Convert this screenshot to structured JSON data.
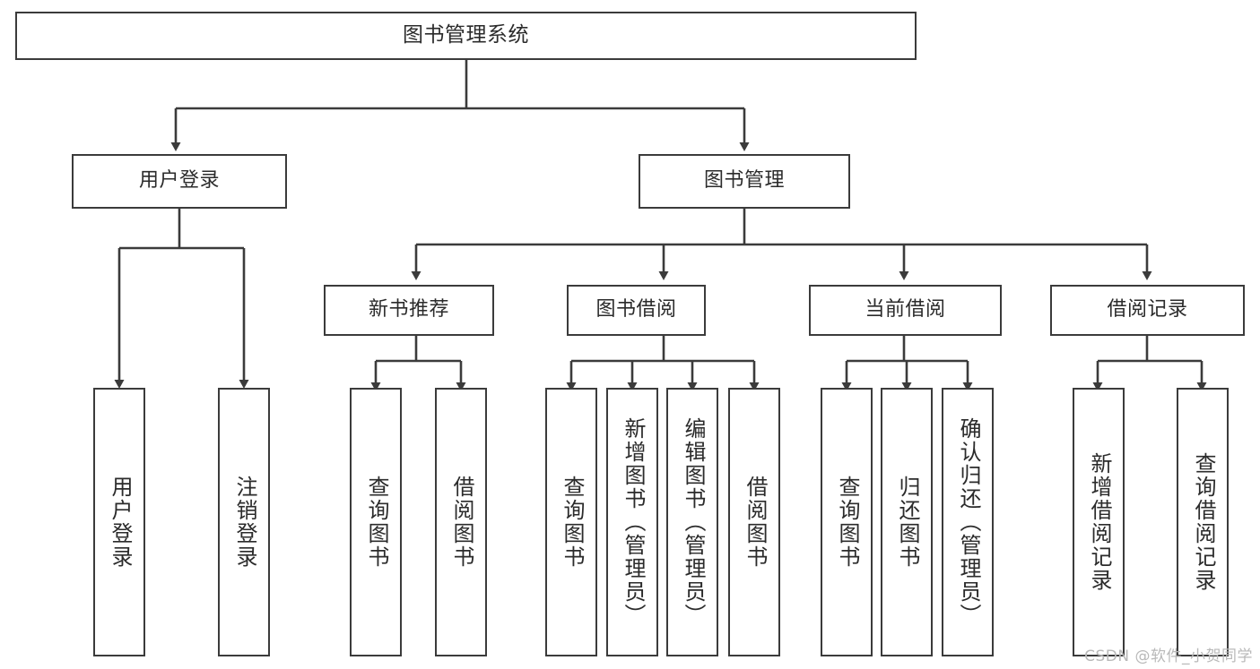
{
  "diagram": {
    "type": "tree",
    "title": "图书管理系统",
    "orientation": "top-down",
    "stroke_color": "#3b3b3b",
    "fill_color": "#ffffff",
    "text_color": "#2b2b2b"
  },
  "nodes": {
    "root": {
      "label": "图书管理系统"
    },
    "level1": [
      {
        "label": "用户登录"
      },
      {
        "label": "图书管理"
      }
    ],
    "level2": [
      {
        "label": "新书推荐"
      },
      {
        "label": "图书借阅"
      },
      {
        "label": "当前借阅"
      },
      {
        "label": "借阅记录"
      }
    ],
    "leaves": {
      "user_login": [
        {
          "label": "用户登录"
        },
        {
          "label": "注销登录"
        }
      ],
      "new_book": [
        {
          "label": "查询图书"
        },
        {
          "label": "借阅图书"
        }
      ],
      "borrow_book": [
        {
          "label": "查询图书"
        },
        {
          "label": "新增图书（管理员）"
        },
        {
          "label": "编辑图书（管理员）"
        },
        {
          "label": "借阅图书"
        }
      ],
      "current_borrow": [
        {
          "label": "查询图书"
        },
        {
          "label": "归还图书"
        },
        {
          "label": "确认归还（管理员）"
        }
      ],
      "borrow_record": [
        {
          "label": "新增借阅记录"
        },
        {
          "label": "查询借阅记录"
        }
      ]
    }
  },
  "watermark": {
    "text": "CSDN @软件_小贺同学"
  }
}
